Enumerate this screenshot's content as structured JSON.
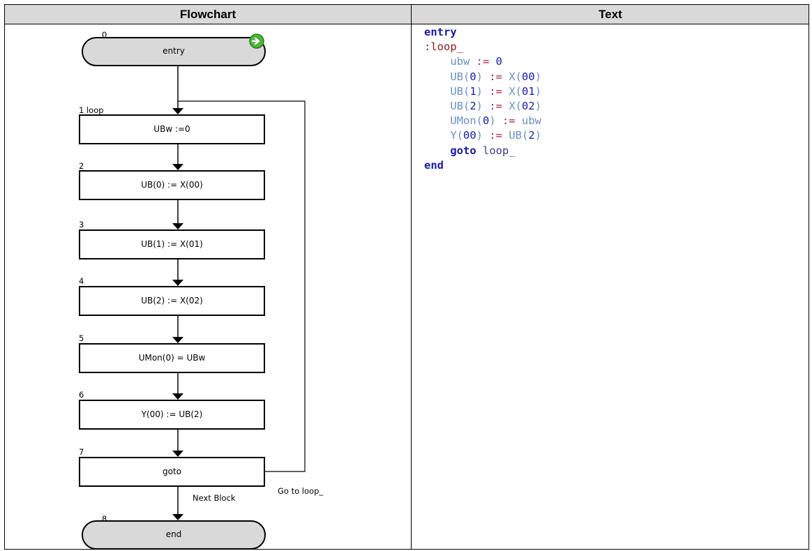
{
  "headers": {
    "left": "Flowchart",
    "right": "Text"
  },
  "flowchart": {
    "nodes": [
      {
        "num": "0",
        "label": "entry",
        "shape": "terminal"
      },
      {
        "num": "1 loop",
        "label": "UBw :=0",
        "shape": "process"
      },
      {
        "num": "2",
        "label": "UB(0) := X(00)",
        "shape": "process"
      },
      {
        "num": "3",
        "label": "UB(1) := X(01)",
        "shape": "process"
      },
      {
        "num": "4",
        "label": "UB(2) := X(02)",
        "shape": "process"
      },
      {
        "num": "5",
        "label": "UMon(0) = UBw",
        "shape": "process"
      },
      {
        "num": "6",
        "label": "Y(00) := UB(2)",
        "shape": "process"
      },
      {
        "num": "7",
        "label": "goto",
        "shape": "process"
      },
      {
        "num": "8",
        "label": "end",
        "shape": "terminal"
      }
    ],
    "next_block_label": "Next Block",
    "goto_label": "Go to loop_",
    "start_icon": "green-arrow-circle-icon",
    "colors": {
      "terminal_fill": "#d9d9d9",
      "start_icon": "#4fb43c"
    }
  },
  "code": {
    "l1": "entry",
    "l2": ":loop_",
    "l3a": "ubw",
    "l3b": " := ",
    "l3c": "0",
    "l4a": "UB(",
    "l4b": "0",
    "l4c": ")",
    "l4d": " := ",
    "l4e": "X(",
    "l4f": "00",
    "l4g": ")",
    "l5a": "UB(",
    "l5b": "1",
    "l5c": ")",
    "l5d": " := ",
    "l5e": "X(",
    "l5f": "01",
    "l5g": ")",
    "l6a": "UB(",
    "l6b": "2",
    "l6c": ")",
    "l6d": " := ",
    "l6e": "X(",
    "l6f": "02",
    "l6g": ")",
    "l7a": "UMon(",
    "l7b": "0",
    "l7c": ")",
    "l7d": " := ",
    "l7e": "ubw",
    "l8a": "Y(",
    "l8b": "00",
    "l8c": ")",
    "l8d": " := ",
    "l8e": "UB(",
    "l8f": "2",
    "l8g": ")",
    "l9a": "goto",
    "l9b": " loop_",
    "l10": "end"
  }
}
